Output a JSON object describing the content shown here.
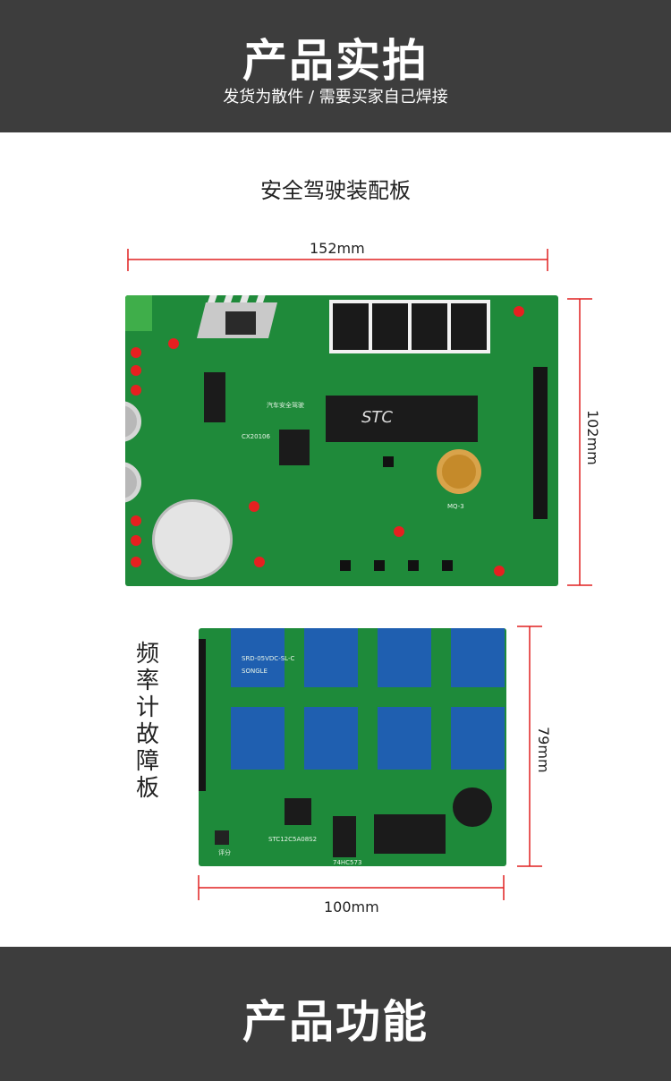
{
  "header": {
    "title": "产品实拍",
    "subtitle": "发货为散件 / 需要买家自己焊接"
  },
  "board1": {
    "title": "安全驾驶装配板",
    "width_label": "152mm",
    "height_label": "102mm",
    "silk": {
      "mcu": "STC",
      "board_name": "汽车安全驾驶",
      "module": "CX20106",
      "sensor": "MQ-3"
    }
  },
  "board2": {
    "side_label": "频率计故障板",
    "width_label": "100mm",
    "height_label": "79mm",
    "silk": {
      "mcu": "STC12C5A08S2",
      "latch": "74HC573",
      "button": "评分",
      "relay_model": "SRD-05VDC-SL-C",
      "relay_brand": "SONGLE"
    }
  },
  "footer": {
    "title": "产品功能"
  },
  "colors": {
    "band": "#3d3d3d",
    "pcb_green": "#1f8a3a",
    "dimension_red": "#e02020",
    "relay_blue": "#1f5fb0"
  }
}
